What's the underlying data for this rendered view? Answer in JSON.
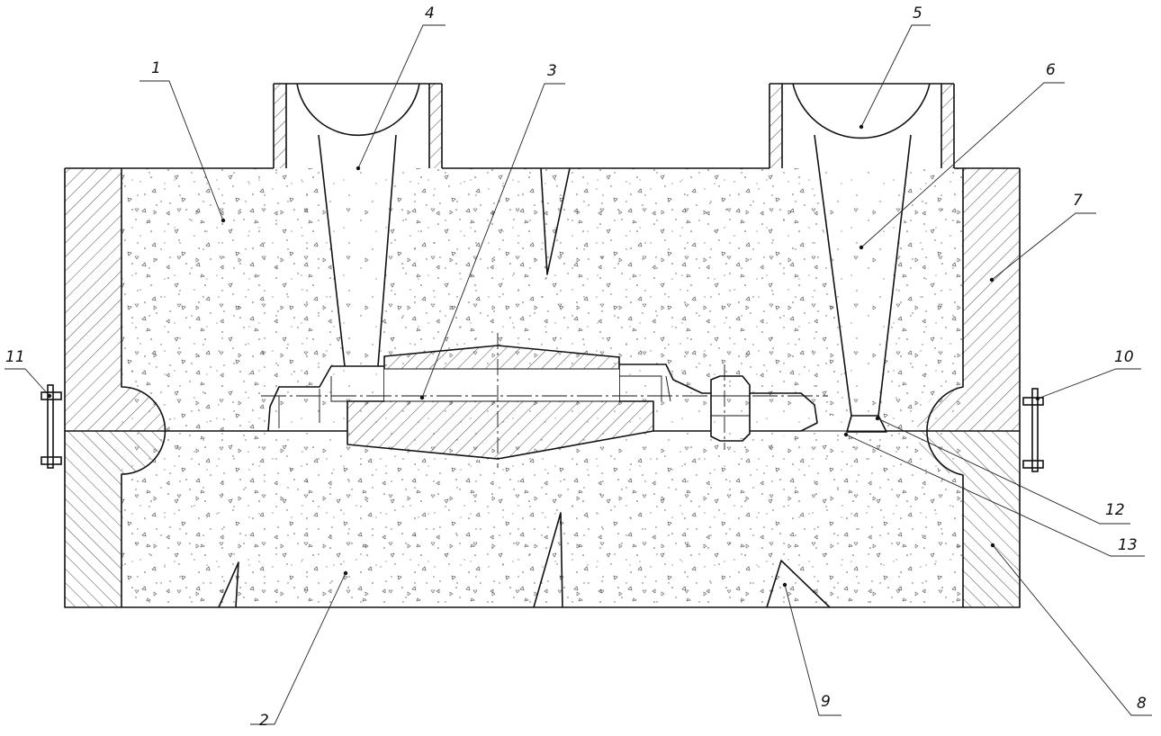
{
  "drawing": {
    "callouts": [
      {
        "id": "c1",
        "label": "1"
      },
      {
        "id": "c2",
        "label": "2"
      },
      {
        "id": "c3",
        "label": "3"
      },
      {
        "id": "c4",
        "label": "4"
      },
      {
        "id": "c5",
        "label": "5"
      },
      {
        "id": "c6",
        "label": "6"
      },
      {
        "id": "c7",
        "label": "7"
      },
      {
        "id": "c8",
        "label": "8"
      },
      {
        "id": "c9",
        "label": "9"
      },
      {
        "id": "c10",
        "label": "10"
      },
      {
        "id": "c11",
        "label": "11"
      },
      {
        "id": "c12",
        "label": "12"
      },
      {
        "id": "c13",
        "label": "13"
      }
    ]
  }
}
